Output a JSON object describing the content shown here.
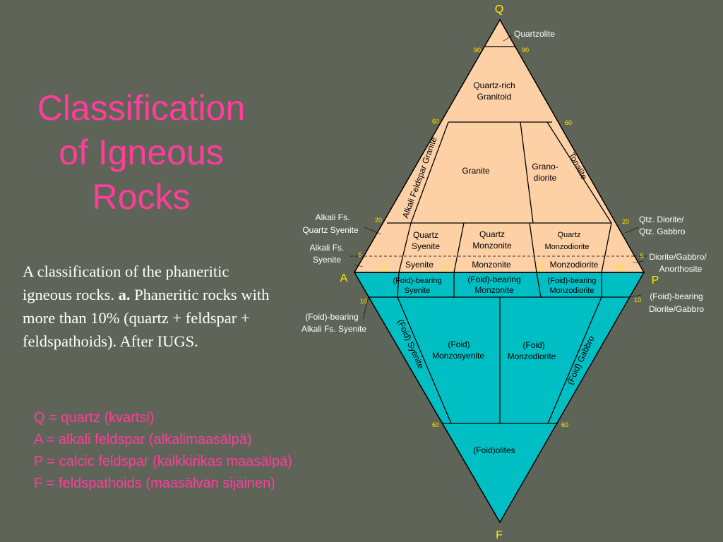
{
  "title_lines": [
    "Classification",
    "of Igneous",
    "Rocks"
  ],
  "description": {
    "text": "A classification of the phaneritic igneous rocks.",
    "bold": "a.",
    "rest": "Phaneritic rocks with more than 10% (quartz + feldspar + feldspathoids). After IUGS."
  },
  "legend": [
    "Q = quartz (kvartsi)",
    "A = alkali feldspar (alkalimaasälpä)",
    "P = calcic feldspar (kalkkirikas maasälpä)",
    "F = feldspathoids (maasälvän sijainen)"
  ],
  "colors": {
    "upper": "#fdd0a6",
    "lower": "#00bfc4",
    "title": "#ff3d9a",
    "ticks": "#ffea00"
  },
  "diagram": {
    "corners": {
      "q": "Q",
      "a": "A",
      "p": "P",
      "f": "F"
    },
    "fields": {
      "quartzolite": "Quartzolite",
      "quartz_rich_1": "Quartz-rich",
      "quartz_rich_2": "Granitoid",
      "granite": "Granite",
      "alkali_feldspar_granite": "Alkali Feldspar Granite",
      "granodiorite_1": "Grano-",
      "granodiorite_2": "diorite",
      "tonalite": "Tonalite",
      "quartz_syenite_1": "Quartz",
      "quartz_syenite_2": "Syenite",
      "quartz_monzonite_1": "Quartz",
      "quartz_monzonite_2": "Monzonite",
      "quartz_monzodiorite_1": "Quartz",
      "quartz_monzodiorite_2": "Monzodiorite",
      "syenite": "Syenite",
      "monzonite": "Monzonite",
      "monzodiorite": "Monzodiorite",
      "foid_syenite_1": "(Foid)-bearing",
      "foid_syenite_2": "Syenite",
      "foid_monzonite_1": "(Foid)-bearing",
      "foid_monzonite_2": "Monzonite",
      "foid_monzodiorite_1": "(Foid)-bearing",
      "foid_monzodiorite_2": "Monzodiorite",
      "foid_syenite_lower": "(Foid) Syenite",
      "foid_monzosyenite_1": "(Foid)",
      "foid_monzosyenite_2": "Monzosyenite",
      "foid_monzodiorite_lower_1": "(Foid)",
      "foid_monzodiorite_lower_2": "Monzodiorite",
      "foid_gabbro": "(Foid) Gabbro",
      "foidolites": "(Foid)olites"
    },
    "side_labels": {
      "alkali_fs_quartz_syenite_1": "Alkali Fs.",
      "alkali_fs_quartz_syenite_2": "Quartz Syenite",
      "alkali_fs_syenite_1": "Alkali Fs.",
      "alkali_fs_syenite_2": "Syenite",
      "foid_alkali_1": "(Foid)-bearing",
      "foid_alkali_2": "Alkali Fs.   Syenite",
      "qtz_diorite_1": "Qtz. Diorite/",
      "qtz_diorite_2": "Qtz. Gabbro",
      "diorite_gabbro_1": "Diorite/Gabbro/",
      "diorite_gabbro_2": "Anorthosite",
      "foid_diorite_1": "(Foid)-bearing",
      "foid_diorite_2": "Diorite/Gabbro"
    },
    "ticks": {
      "q90_left": "90",
      "q90_right": "90",
      "q60_left": "60",
      "q60_right": "60",
      "q20_left": "20",
      "q20_right": "20",
      "q5_left": "5",
      "q5_right": "5",
      "ap10": "10",
      "ap35": "35",
      "ap65": "65",
      "ap90": "90",
      "f10_left": "10",
      "f10_right": "10",
      "f60_left": "60",
      "f60_right": "60"
    }
  }
}
